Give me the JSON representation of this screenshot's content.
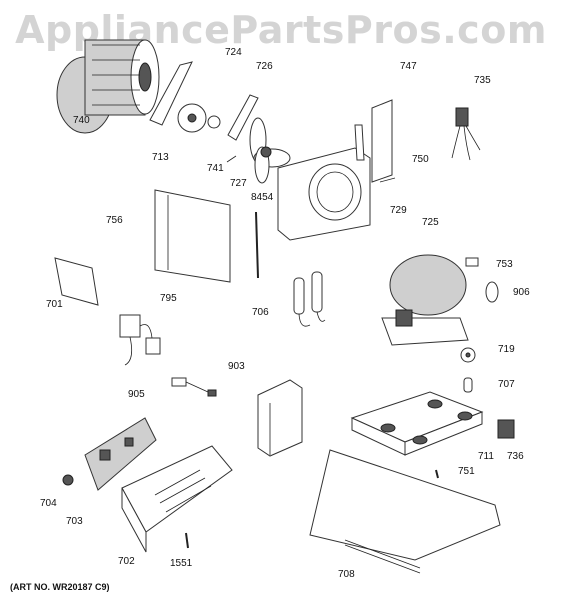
{
  "watermark": "AppliancePartsPros.com",
  "art_number": "(ART NO. WR20187 C9)",
  "part_labels": {
    "p740": "740",
    "p724": "724",
    "p726": "726",
    "p747": "747",
    "p735": "735",
    "p713": "713",
    "p741": "741",
    "p727": "727",
    "p750": "750",
    "p8454": "8454",
    "p729": "729",
    "p756": "756",
    "p725": "725",
    "p753": "753",
    "p906": "906",
    "p701": "701",
    "p795": "795",
    "p706": "706",
    "p719": "719",
    "p903": "903",
    "p905": "905",
    "p707": "707",
    "p711": "711",
    "p736": "736",
    "p751": "751",
    "p704": "704",
    "p703": "703",
    "p702": "702",
    "p1551": "1551",
    "p708": "708"
  }
}
